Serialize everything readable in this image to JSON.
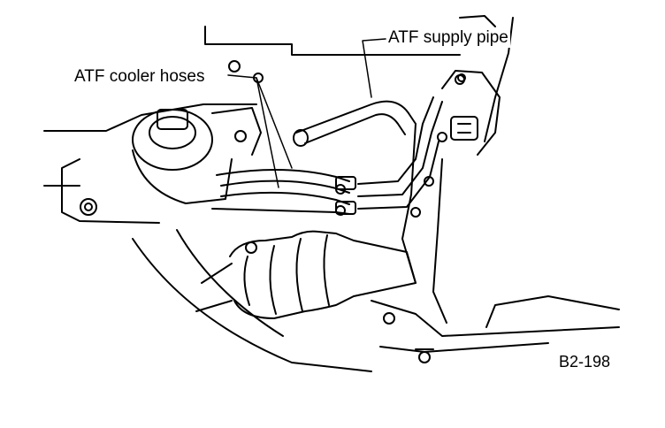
{
  "labels": {
    "atf_supply_pipe": "ATF supply pipe",
    "atf_cooler_hoses": "ATF cooler hoses",
    "figure_code": "B2-198"
  },
  "colors": {
    "line": "#000000",
    "background": "#ffffff"
  }
}
